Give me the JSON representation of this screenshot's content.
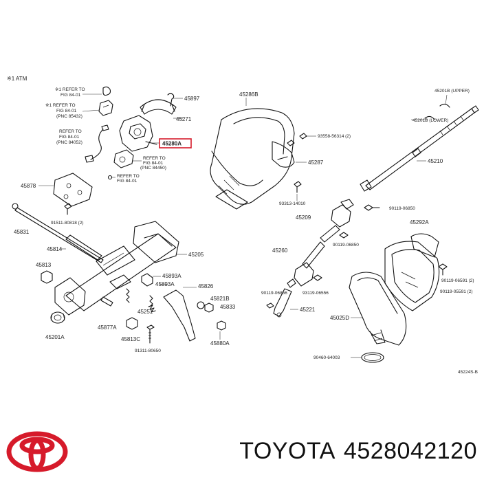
{
  "diagram": {
    "header_note": "※1 ATM",
    "figure_code": "45224S-B",
    "highlight_color": "#d61a2a",
    "labels": {
      "refer_1_l1": "※1 REFER TO",
      "refer_1_l2": "FIG 84-01",
      "refer_2_l1": "※1 REFER TO",
      "refer_2_l2": "FIG 84-01",
      "refer_2_l3": "(PNC 85432)",
      "refer_3_l1": "REFER TO",
      "refer_3_l2": "FIG 84-01",
      "refer_3_l3": "(PNC 84052)",
      "refer_4_l1": "REFER TO",
      "refer_4_l2": "FIG 84-01",
      "refer_4_l3": "(PNC 84450)",
      "refer_5_l1": "REFER TO",
      "refer_5_l2": "FIG 84-01",
      "p45897": "45897",
      "p45271": "45271",
      "p45280A": "45280A",
      "p45286B": "45286B",
      "p93558": "93558-56314 (2)",
      "p45287": "45287",
      "p93313": "93313-14010",
      "p45201B_upper": "45201B (UPPER)",
      "p45201B_lower": "45201B (LOWER)",
      "p45210": "45210",
      "p45878": "45878",
      "p91511_1": "91511-80818 (2)",
      "p45831": "45831",
      "p45814": "45814",
      "p45813": "45813",
      "p45205": "45205",
      "p45893A_1": "45893A",
      "p45893A_2": "45893A",
      "p45826": "45826",
      "p45821B": "45821B",
      "p45833": "45833",
      "p45251": "45251",
      "p45877A": "45877A",
      "p45813C": "45813C",
      "p91311": "91311-80650",
      "p45201A": "45201A",
      "p45880A": "45880A",
      "p45209": "45209",
      "p90119_1": "90119-06850",
      "p90119_2": "90119-06850",
      "p45260": "45260",
      "p90119_3": "90119-06856",
      "p93119": "93119-06556",
      "p45221": "45221",
      "p45292A": "45292A",
      "p90119_4": "90119-06591 (2)",
      "p90119_5": "90119-05591 (2)",
      "p45025D": "45025D",
      "p90460": "90460-64003"
    }
  },
  "caption": {
    "brand": "TOYOTA",
    "part_number": "4528042120"
  },
  "logo": {
    "color": "#d61a2a",
    "icon": "toyota-logo-icon"
  }
}
